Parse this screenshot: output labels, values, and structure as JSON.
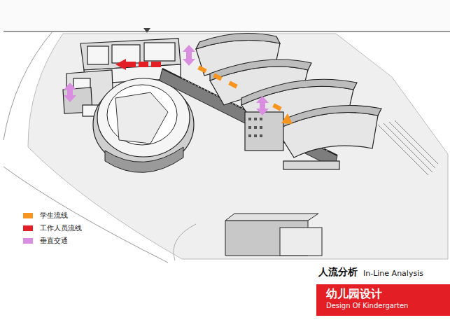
{
  "diagram": {
    "title": "人流分析",
    "nodes": [
      {
        "text": [
          "幼儿园设计",
          "Design Of Kindergarten"
        ]
      }
    ],
    "labels": [
      "In-Line Analysis"
    ],
    "legend": [
      {
        "text": "学生流线",
        "color": "#f7941d"
      },
      {
        "text": "工作人员流线",
        "color": "#e31e24"
      },
      {
        "text": "垂直交通",
        "color": "#d98ee0"
      }
    ]
  }
}
